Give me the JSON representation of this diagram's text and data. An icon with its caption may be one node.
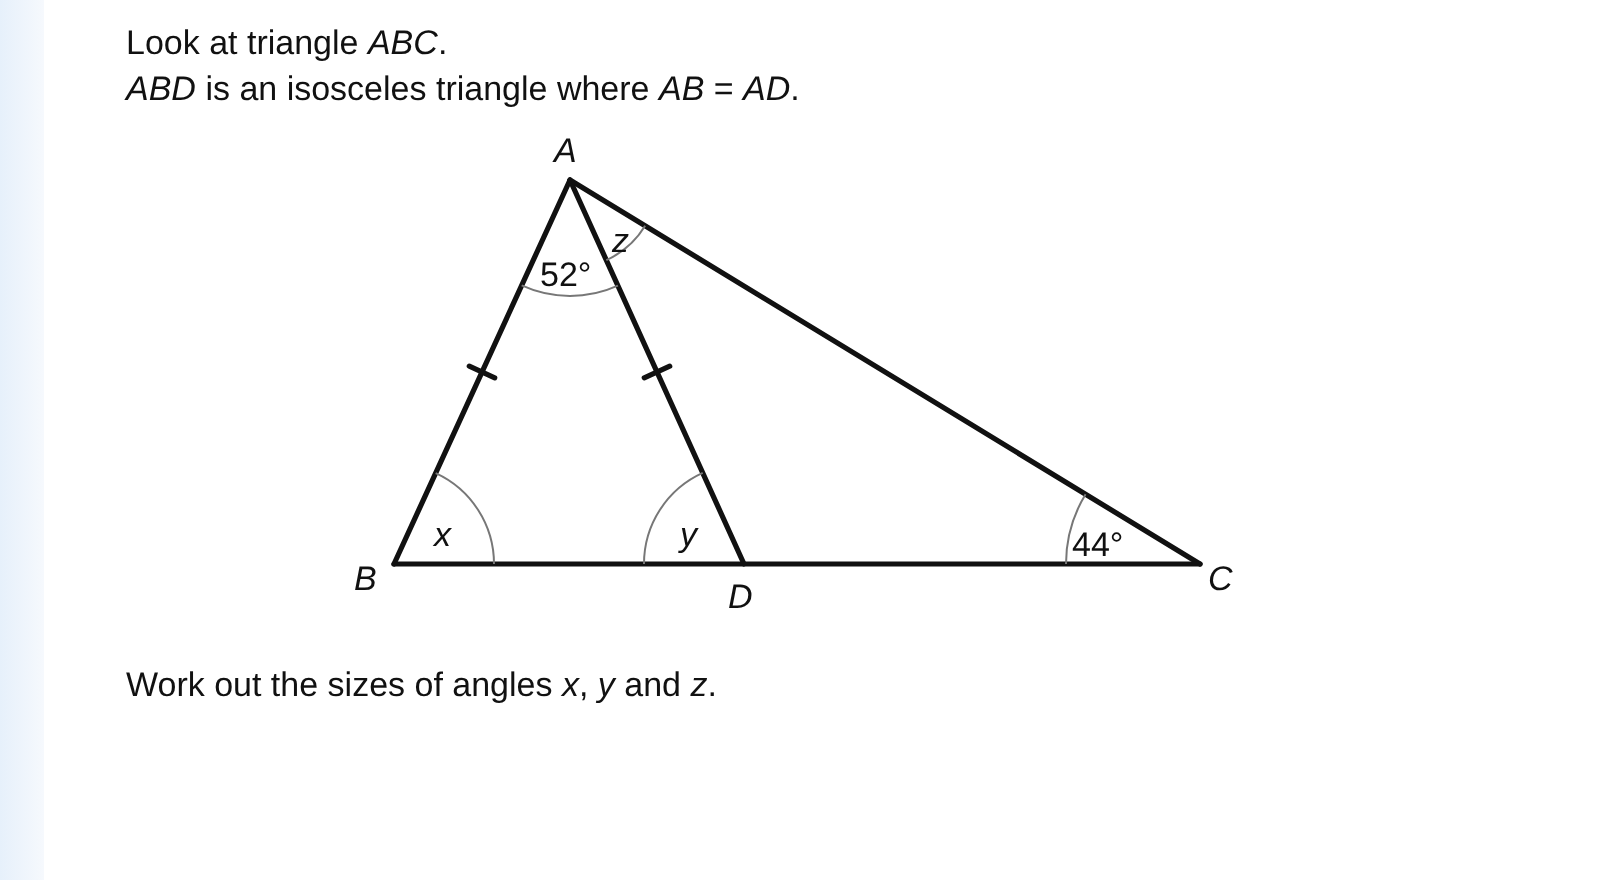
{
  "diagram": {
    "labels": [
      "Look at triangle *ABC*.",
      "*ABD* is an isosceles triangle where *AB* = *AD*.",
      "A",
      "z",
      "52°",
      "x",
      "y",
      "44°",
      "B",
      "D",
      "C",
      "Work out the sizes of angles *x*, *y* and *z*."
    ]
  }
}
